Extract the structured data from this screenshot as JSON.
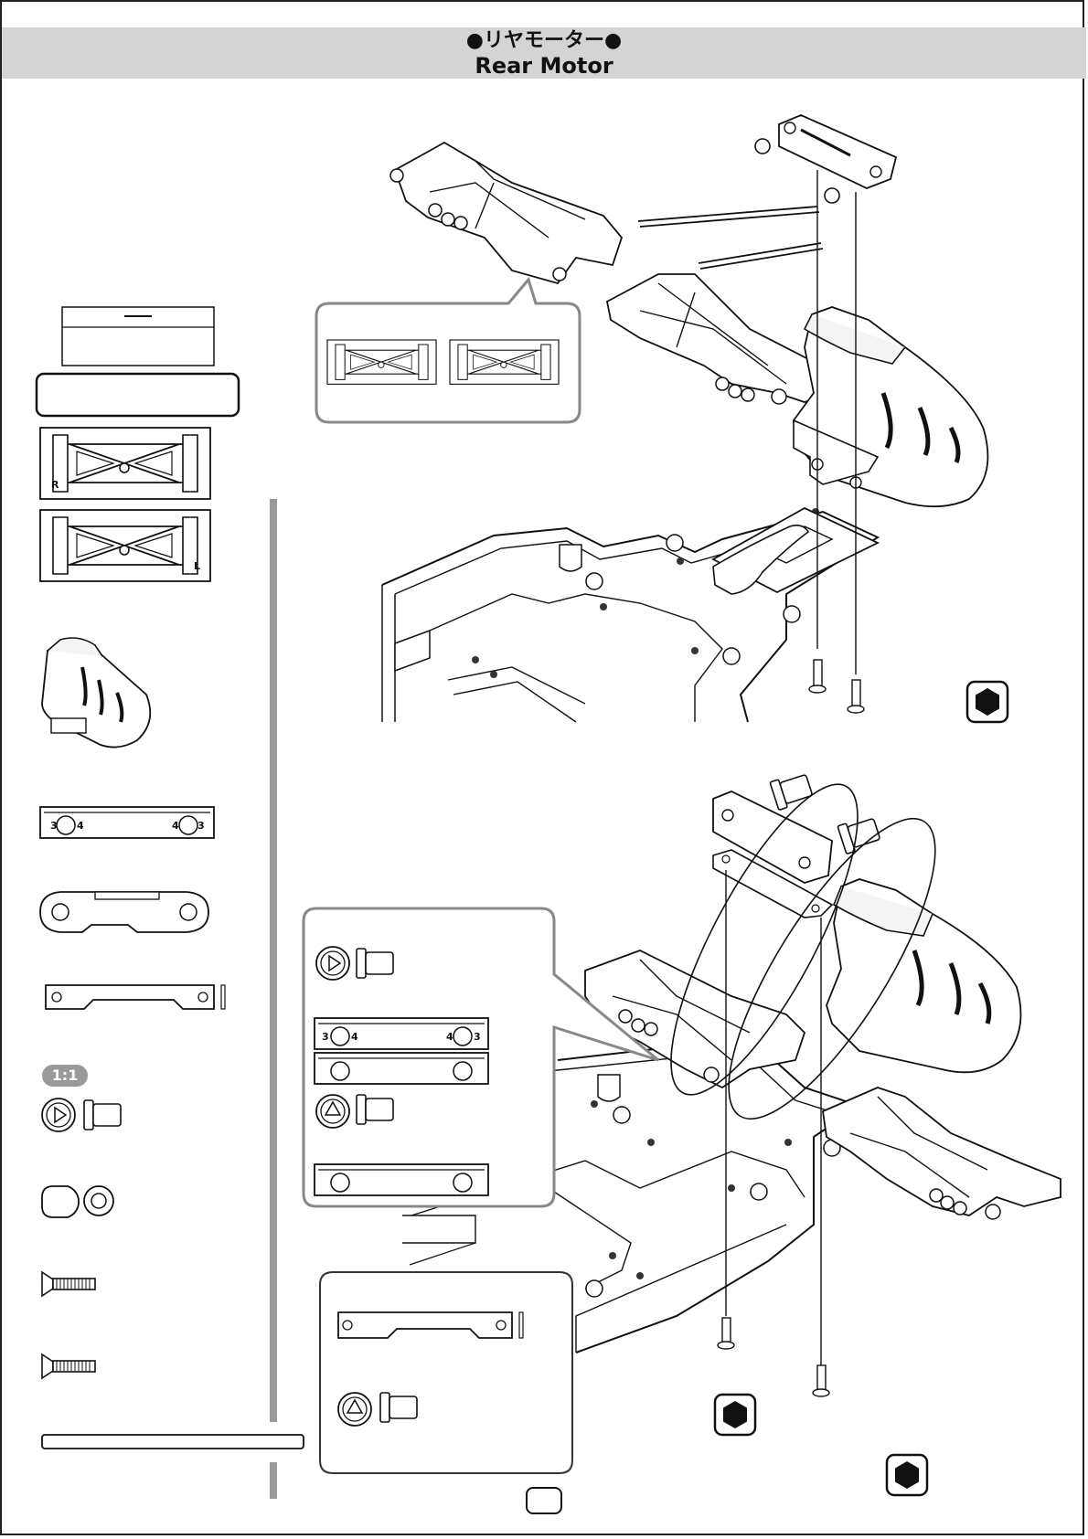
{
  "header": {
    "title_jp": "●リヤモーター●",
    "title_en": "Rear Motor"
  },
  "parts_panel": {
    "scale_label": "1:1",
    "arm_marks": [
      "R",
      "L"
    ],
    "block_marks": [
      "3",
      "4",
      "4",
      "3"
    ]
  },
  "detail_callout": {
    "block_marks": [
      "3",
      "4",
      "4",
      "3"
    ]
  },
  "icons": [
    "hex-wrench-icon",
    "hex-wrench-icon",
    "hex-wrench-icon"
  ]
}
